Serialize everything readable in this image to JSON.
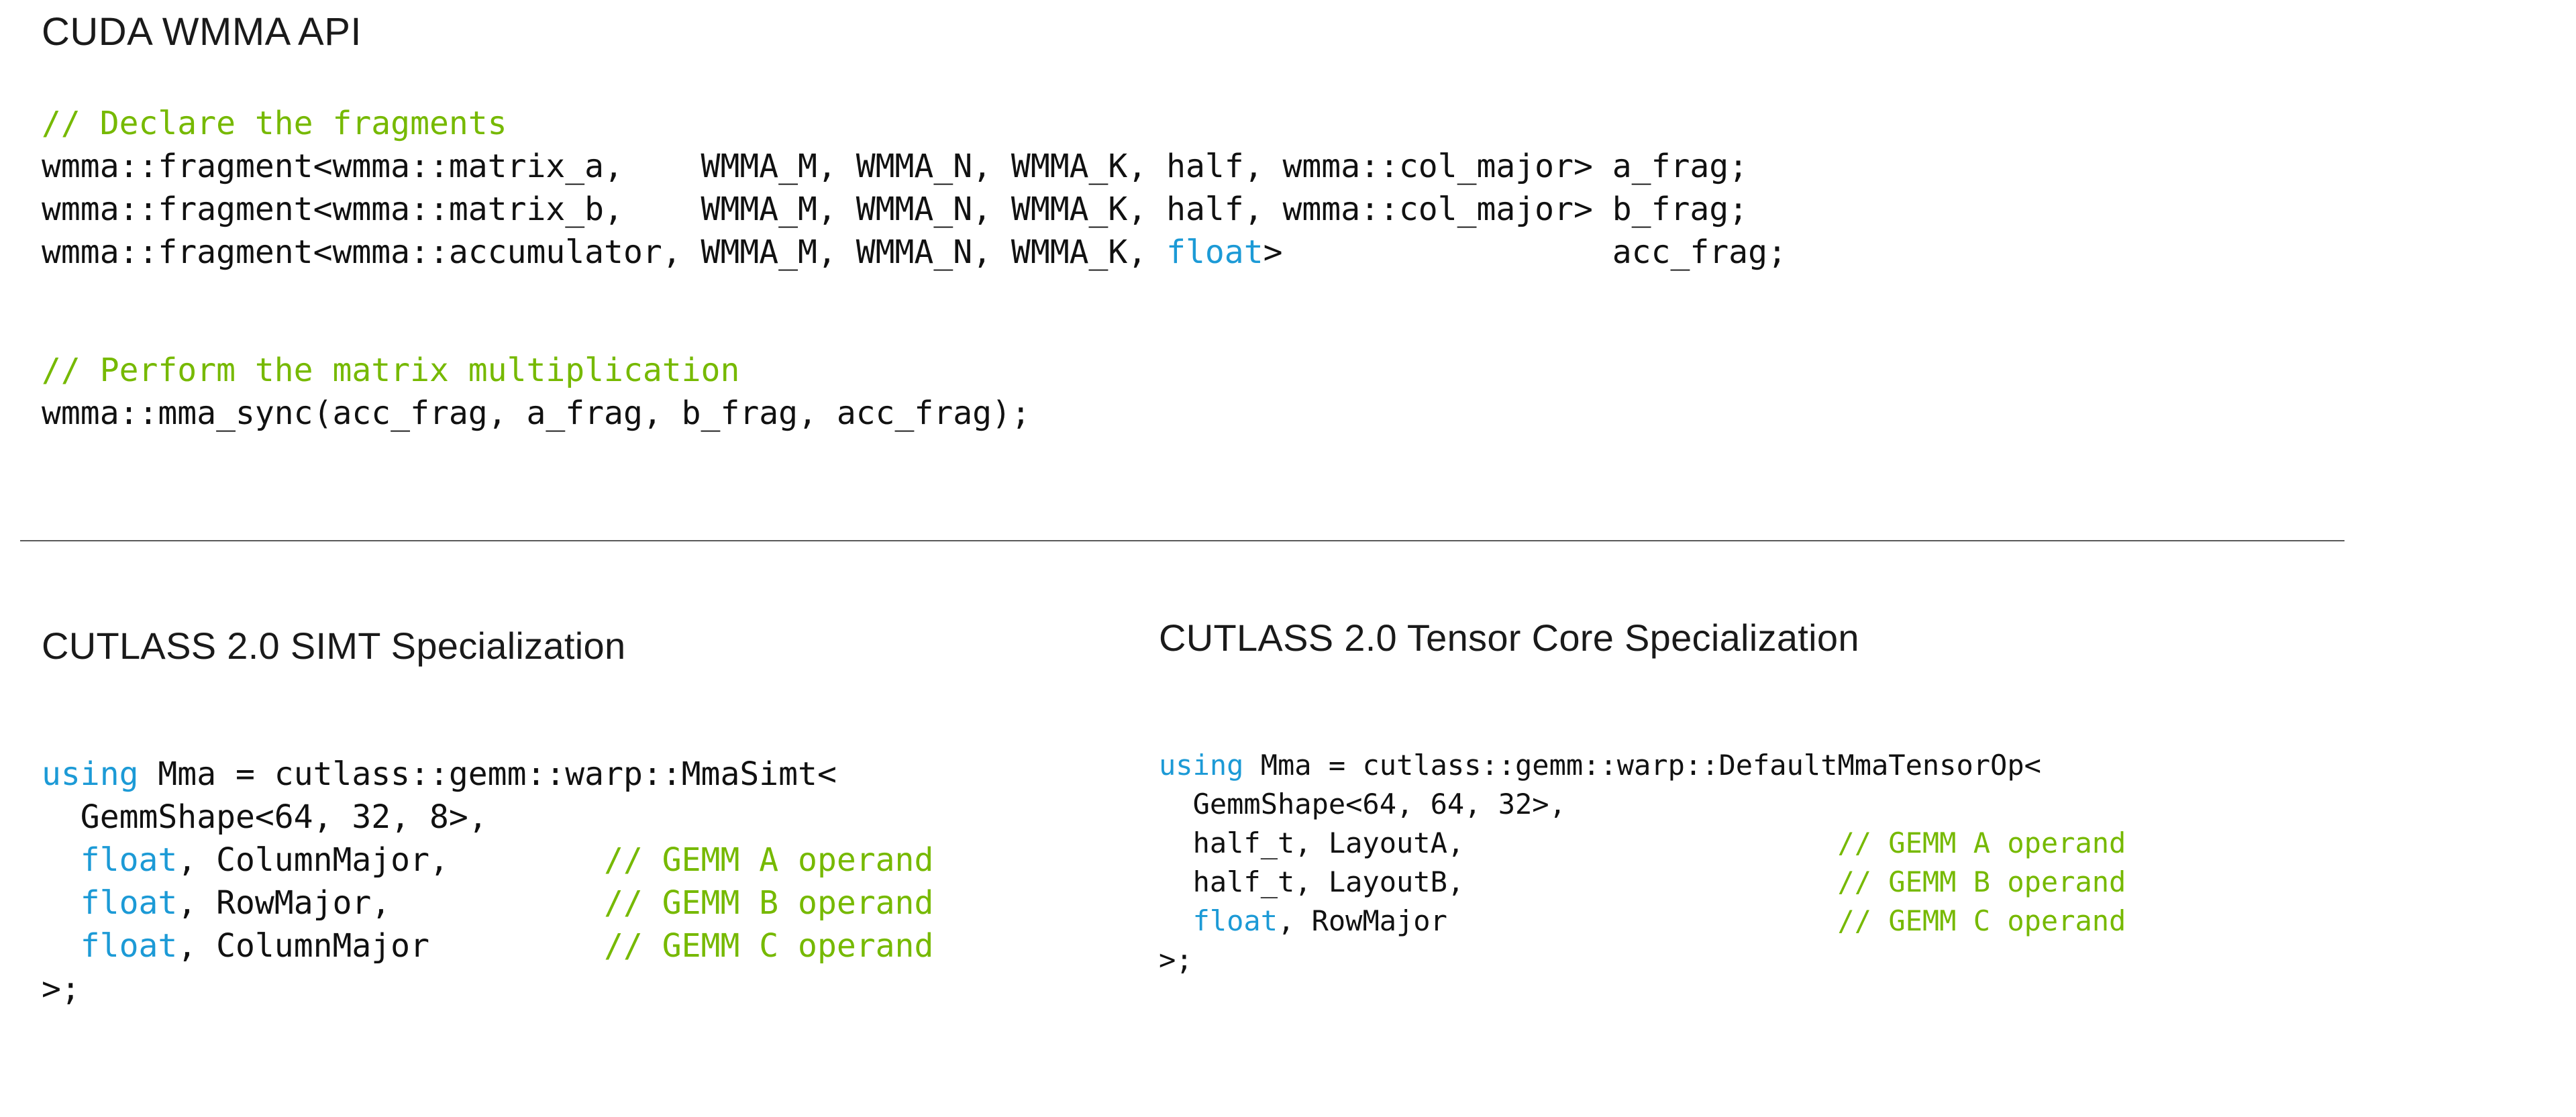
{
  "colors": {
    "comment_green": "#76B900",
    "keyword_blue": "#1C9AD6",
    "code_text": "#111111",
    "heading_text": "#1A1A1A",
    "divider_gray": "#595959",
    "background": "#FFFFFF"
  },
  "wmma_section": {
    "title": "CUDA WMMA API",
    "declare_lines": [
      [
        {
          "t": "// Declare the fragments",
          "c": "comment"
        }
      ],
      [
        {
          "t": "wmma::fragment<wmma::matrix_a,    WMMA_M, WMMA_N, WMMA_K, half, wmma::col_major> a_frag;",
          "c": "plain"
        }
      ],
      [
        {
          "t": "wmma::fragment<wmma::matrix_b,    WMMA_M, WMMA_N, WMMA_K, half, wmma::col_major> b_frag;",
          "c": "plain"
        }
      ],
      [
        {
          "t": "wmma::fragment<wmma::accumulator, WMMA_M, WMMA_N, WMMA_K, ",
          "c": "plain"
        },
        {
          "t": "float",
          "c": "keyword"
        },
        {
          "t": ">                 acc_frag;",
          "c": "plain"
        }
      ]
    ],
    "multiply_lines": [
      [
        {
          "t": "// Perform the matrix multiplication",
          "c": "comment"
        }
      ],
      [
        {
          "t": "wmma::mma_sync(acc_frag, a_frag, b_frag, acc_frag);",
          "c": "plain"
        }
      ]
    ]
  },
  "cutlass_simt": {
    "heading": "CUTLASS 2.0 SIMT Specialization",
    "lines": [
      [
        {
          "t": "using",
          "c": "keyword"
        },
        {
          "t": " Mma = cutlass::gemm::warp::MmaSimt<",
          "c": "plain"
        }
      ],
      [
        {
          "t": "  GemmShape<64, 32, 8>,",
          "c": "plain"
        }
      ],
      [
        {
          "t": "  ",
          "c": "plain"
        },
        {
          "t": "float",
          "c": "keyword"
        },
        {
          "t": ", ColumnMajor,        ",
          "c": "plain"
        },
        {
          "t": "// GEMM A operand",
          "c": "comment"
        }
      ],
      [
        {
          "t": "  ",
          "c": "plain"
        },
        {
          "t": "float",
          "c": "keyword"
        },
        {
          "t": ", RowMajor,           ",
          "c": "plain"
        },
        {
          "t": "// GEMM B operand",
          "c": "comment"
        }
      ],
      [
        {
          "t": "  ",
          "c": "plain"
        },
        {
          "t": "float",
          "c": "keyword"
        },
        {
          "t": ", ColumnMajor         ",
          "c": "plain"
        },
        {
          "t": "// GEMM C operand",
          "c": "comment"
        }
      ],
      [
        {
          "t": ">;",
          "c": "plain"
        }
      ]
    ]
  },
  "cutlass_tensor": {
    "heading": "CUTLASS 2.0 Tensor Core Specialization",
    "lines": [
      [
        {
          "t": "using",
          "c": "keyword"
        },
        {
          "t": " Mma = cutlass::gemm::warp::DefaultMmaTensorOp<",
          "c": "plain"
        }
      ],
      [
        {
          "t": "  GemmShape<64, 64, 32>,",
          "c": "plain"
        }
      ],
      [
        {
          "t": "  half_t, LayoutA,                      ",
          "c": "plain"
        },
        {
          "t": "// GEMM A operand",
          "c": "comment"
        }
      ],
      [
        {
          "t": "  half_t, LayoutB,                      ",
          "c": "plain"
        },
        {
          "t": "// GEMM B operand",
          "c": "comment"
        }
      ],
      [
        {
          "t": "  ",
          "c": "plain"
        },
        {
          "t": "float",
          "c": "keyword"
        },
        {
          "t": ", RowMajor                       ",
          "c": "plain"
        },
        {
          "t": "// GEMM C operand",
          "c": "comment"
        }
      ],
      [
        {
          "t": ">;",
          "c": "plain"
        }
      ]
    ]
  }
}
